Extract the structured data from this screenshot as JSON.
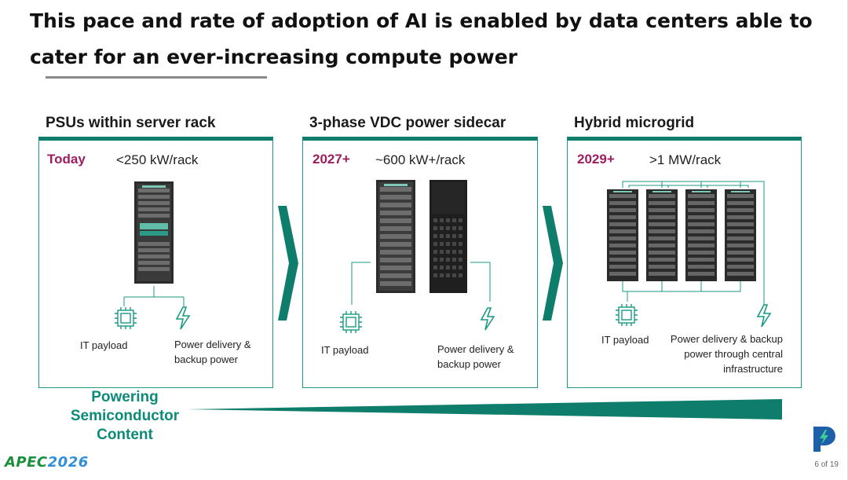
{
  "slide": {
    "title": "This pace and rate of adoption of AI is enabled by data centers able to cater for an ever-increasing compute power",
    "columns": [
      {
        "heading": "PSUs within server rack",
        "year": "Today",
        "power": "<250 kW/rack",
        "label_it": "IT payload",
        "label_power": "Power delivery & backup power"
      },
      {
        "heading": "3-phase VDC power sidecar",
        "year": "2027+",
        "power": "~600 kW+/rack",
        "label_it": "IT payload",
        "label_power": "Power delivery & backup power"
      },
      {
        "heading": "Hybrid microgrid",
        "year": "2029+",
        "power": ">1 MW/rack",
        "label_it": "IT payload",
        "label_power": "Power delivery & backup power through central infrastructure"
      }
    ],
    "powering_label": "Powering Semiconductor Content",
    "footer": {
      "brand_a": "APEC",
      "brand_b": "2026",
      "page": "6 of 19"
    },
    "colors": {
      "accent": "#0e7d6b",
      "year": "#9b1f5f",
      "wedge": "#0e7d6b"
    },
    "icons": [
      "chip-icon",
      "lightning-icon",
      "chevron-right-icon",
      "server-rack-icon",
      "logo-icon"
    ]
  }
}
